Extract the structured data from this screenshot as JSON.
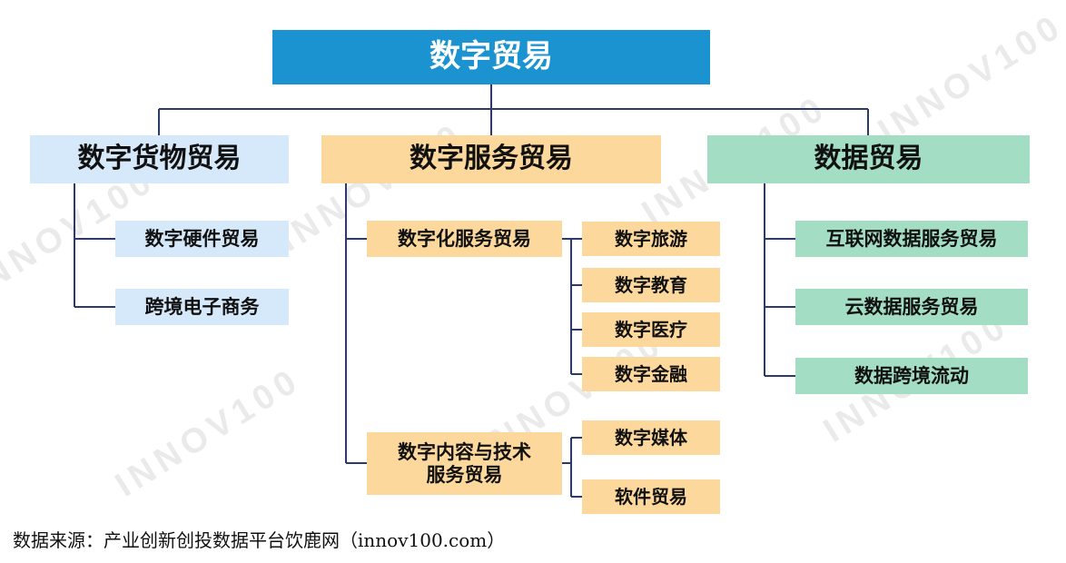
{
  "diagram": {
    "root": {
      "label": "数字贸易"
    },
    "categories": [
      {
        "label": "数字货物贸易",
        "children": [
          {
            "label": "数字硬件贸易"
          },
          {
            "label": "跨境电子商务"
          }
        ]
      },
      {
        "label": "数字服务贸易",
        "children": [
          {
            "label": "数字化服务贸易",
            "children": [
              {
                "label": "数字旅游"
              },
              {
                "label": "数字教育"
              },
              {
                "label": "数字医疗"
              },
              {
                "label": "数字金融"
              }
            ]
          },
          {
            "label": "数字内容与技术\n服务贸易",
            "children": [
              {
                "label": "数字媒体"
              },
              {
                "label": "软件贸易"
              }
            ]
          }
        ]
      },
      {
        "label": "数据贸易",
        "children": [
          {
            "label": "互联网数据服务贸易"
          },
          {
            "label": "云数据服务贸易"
          },
          {
            "label": "数据跨境流动"
          }
        ]
      }
    ]
  },
  "colors": {
    "root_fill": "#1b93d1",
    "goods_fill": "#d6e9fa",
    "service_fill": "#fdd89c",
    "data_fill": "#a3ddc3",
    "connector": "#2b3a6b"
  },
  "watermark": "INNOV100",
  "source": "数据来源：产业创新创投数据平台饮鹿网（innov100.com）"
}
